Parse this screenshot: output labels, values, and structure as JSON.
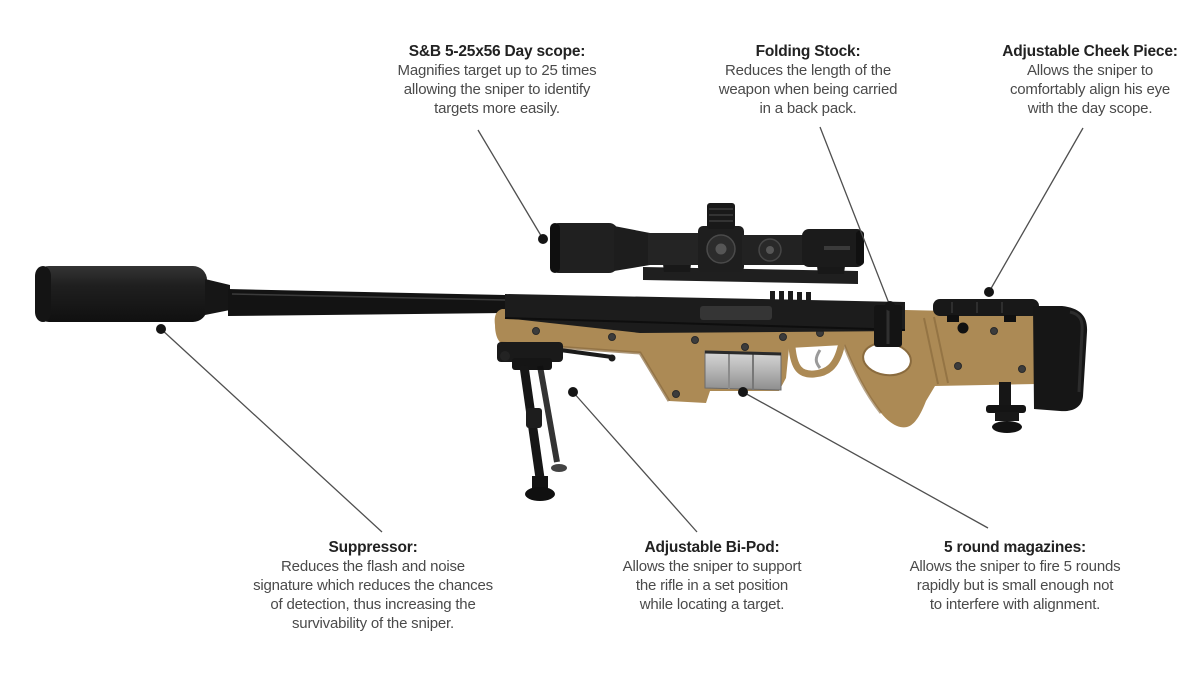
{
  "diagram": {
    "subject": "Sniper rifle components diagram",
    "labels": [
      {
        "id": "day-scope",
        "title": "S&B 5-25x56 Day scope:",
        "description": "Magnifies target up to 25 times\nallowing the sniper to identify\ntargets more easily."
      },
      {
        "id": "folding-stock",
        "title": "Folding Stock:",
        "description": "Reduces the length of the\nweapon when being carried\nin a back pack."
      },
      {
        "id": "cheek-piece",
        "title": "Adjustable Cheek Piece:",
        "description": "Allows the sniper to\ncomfortably align his eye\nwith the day scope."
      },
      {
        "id": "suppressor",
        "title": "Suppressor:",
        "description": "Reduces the flash and noise\nsignature which reduces the chances\nof detection, thus increasing the\nsurvivability of the sniper."
      },
      {
        "id": "bipod",
        "title": "Adjustable Bi-Pod:",
        "description": "Allows the sniper to support\nthe rifle in a set position\nwhile locating a target."
      },
      {
        "id": "magazines",
        "title": "5 round magazines:",
        "description": "Allows the sniper to fire 5 rounds\nrapidly but is small enough not\nto interfere with alignment."
      }
    ],
    "colors": {
      "stock_tan": "#ac8a55",
      "metal_black": "#1c1c1c",
      "magazine_silver": "#b9b9b9",
      "leader_line": "#4f4f4f",
      "heading_text": "#222222",
      "body_text": "#4a4a4a",
      "page_bg": "#ffffff"
    }
  }
}
